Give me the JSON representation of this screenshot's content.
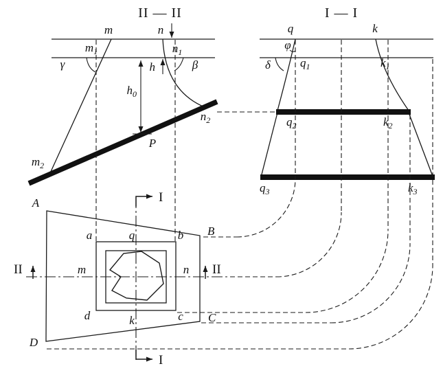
{
  "titles": {
    "s22": "II — II",
    "s11": "I — I"
  },
  "section_marks": {
    "i_top": "I",
    "i_bottom": "I",
    "ii_left": "II",
    "ii_right": "II"
  },
  "labels": {
    "m": {
      "b": "m",
      "s": ""
    },
    "n": {
      "b": "n",
      "s": ""
    },
    "m1": {
      "b": "m",
      "s": "1"
    },
    "n1": {
      "b": "n",
      "s": "1"
    },
    "m2": {
      "b": "m",
      "s": "2"
    },
    "n2": {
      "b": "n",
      "s": "2"
    },
    "gamma": {
      "b": "γ",
      "s": ""
    },
    "beta": {
      "b": "β",
      "s": ""
    },
    "h": {
      "b": "h",
      "s": ""
    },
    "h0": {
      "b": "h",
      "s": "0"
    },
    "P": {
      "b": "P",
      "s": ""
    },
    "q": {
      "b": "q",
      "s": ""
    },
    "k": {
      "b": "k",
      "s": ""
    },
    "q1": {
      "b": "q",
      "s": "1"
    },
    "k1": {
      "b": "k",
      "s": "1"
    },
    "q2": {
      "b": "q",
      "s": "2"
    },
    "k2": {
      "b": "k",
      "s": "2"
    },
    "q3": {
      "b": "q",
      "s": "3"
    },
    "k3": {
      "b": "k",
      "s": "3"
    },
    "phi": {
      "b": "φ",
      "s": ""
    },
    "delta": {
      "b": "δ",
      "s": ""
    },
    "A": {
      "b": "A",
      "s": ""
    },
    "B": {
      "b": "B",
      "s": ""
    },
    "C": {
      "b": "C",
      "s": ""
    },
    "D": {
      "b": "D",
      "s": ""
    },
    "a": {
      "b": "a",
      "s": ""
    },
    "b": {
      "b": "b",
      "s": ""
    },
    "c": {
      "b": "c",
      "s": ""
    },
    "d": {
      "b": "d",
      "s": ""
    },
    "q_plan": {
      "b": "q",
      "s": ""
    },
    "k_plan": {
      "b": "k",
      "s": ""
    },
    "m_plan": {
      "b": "m",
      "s": ""
    },
    "n_plan": {
      "b": "n",
      "s": ""
    }
  },
  "colors": {
    "ink": "#1a1a1a",
    "bg": "#ffffff"
  }
}
